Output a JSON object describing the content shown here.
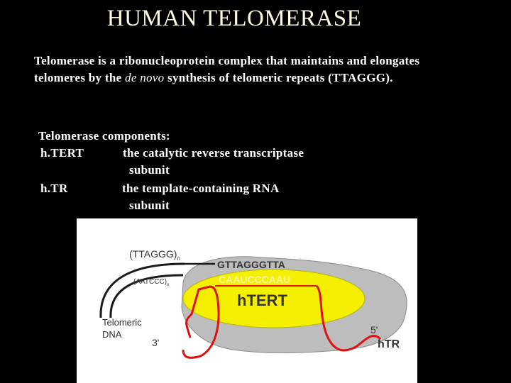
{
  "slide": {
    "title": "HUMAN TELOMERASE",
    "intro_part1": "Telomerase is a ribonucleoprotein complex that maintains and elongates telomeres by the ",
    "intro_italic": "de novo",
    "intro_part2": " synthesis of telomeric repeats (TTAGGG).",
    "components_heading": "Telomerase components:",
    "components": [
      {
        "name": "h.TERT",
        "desc_line1": "the catalytic reverse transcriptase",
        "desc_line2": "subunit"
      },
      {
        "name": "h.TR",
        "desc_line1": "the template-containing RNA",
        "desc_line2": "subunit"
      }
    ]
  },
  "diagram": {
    "top_strand_label": "(TTAGGG)",
    "top_strand_sub": "n",
    "bottom_strand_label": "(AATCCC)",
    "bottom_strand_sub": "n",
    "dna_sequence": "GTTAGGGTTA",
    "rna_template": "CAAUCCCAAU",
    "protein_label": "hTERT",
    "telomeric_dna_line1": "Telomeric",
    "telomeric_dna_line2": "DNA",
    "three_prime": "3'",
    "five_prime": "5'",
    "rna_label": "hTR",
    "colors": {
      "protein_yellow": "#f5f000",
      "rna_red": "#e01010",
      "body_grey": "#bdbdbd",
      "template_text": "#f5f5a0"
    }
  }
}
